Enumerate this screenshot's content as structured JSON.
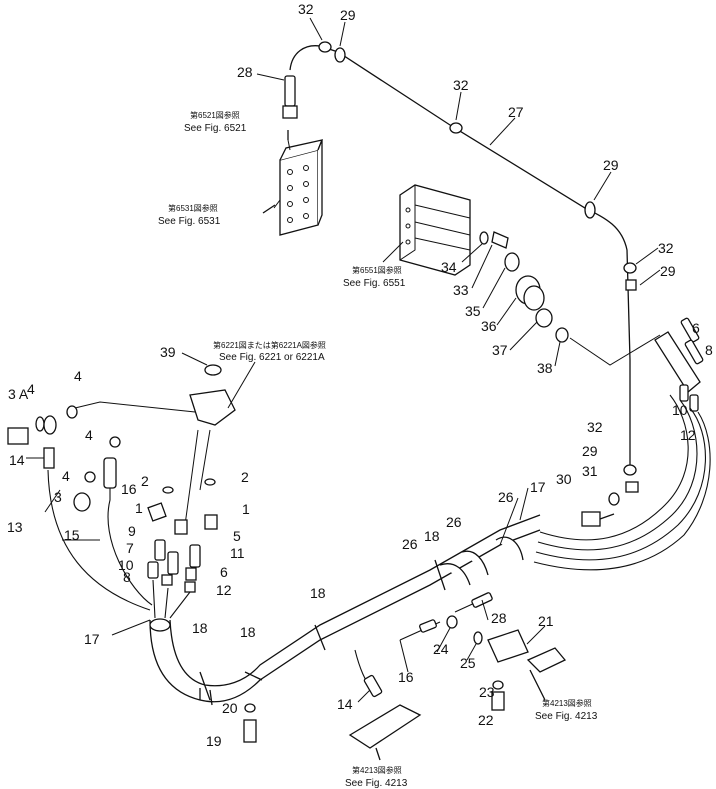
{
  "labels": {
    "n32a": "32",
    "n29a": "29",
    "n28a": "28",
    "n32b": "32",
    "n27": "27",
    "n29b": "29",
    "n32c": "32",
    "n29c": "29",
    "n34": "34",
    "n33": "33",
    "n35": "35",
    "n36": "36",
    "n37": "37",
    "n38": "38",
    "n6a": "6",
    "n8a": "8",
    "n10a": "10",
    "n12a": "12",
    "n39": "39",
    "n3A": "3 A",
    "n4a": "4",
    "n4b": "4",
    "n4c": "4",
    "n4d": "4",
    "n14a": "14",
    "n16a": "16",
    "n3": "3",
    "n15": "15",
    "n13": "13",
    "n2a": "2",
    "n2b": "2",
    "n1a": "1",
    "n1b": "1",
    "n5": "5",
    "n9": "9",
    "n7": "7",
    "n10b": "10",
    "n8b": "8",
    "n11": "11",
    "n6b": "6",
    "n12b": "12",
    "n17a": "17",
    "n18a": "18",
    "n18b": "18",
    "n18c": "18",
    "n18d": "18",
    "n26a": "26",
    "n26b": "26",
    "n26c": "26",
    "n17b": "17",
    "n32d": "32",
    "n29d": "29",
    "n30": "30",
    "n31": "31",
    "n28b": "28",
    "n24": "24",
    "n25": "25",
    "n16b": "16",
    "n21": "21",
    "n14b": "14",
    "n20": "20",
    "n19": "19",
    "n23": "23",
    "n22": "22"
  },
  "refs": {
    "r6521_jp": "第6521図参照",
    "r6521_en": "See Fig. 6521",
    "r6531_jp": "第6531図参照",
    "r6531_en": "See Fig. 6531",
    "r6551_jp": "第6551図参照",
    "r6551_en": "See Fig. 6551",
    "r6221_jp": "第6221図または第6221A図参照",
    "r6221_en": "See Fig. 6221 or 6221A",
    "r4213a_jp": "第4213図参照",
    "r4213a_en": "See Fig. 4213",
    "r4213b_jp": "第4213図参照",
    "r4213b_en": "See Fig. 4213"
  }
}
